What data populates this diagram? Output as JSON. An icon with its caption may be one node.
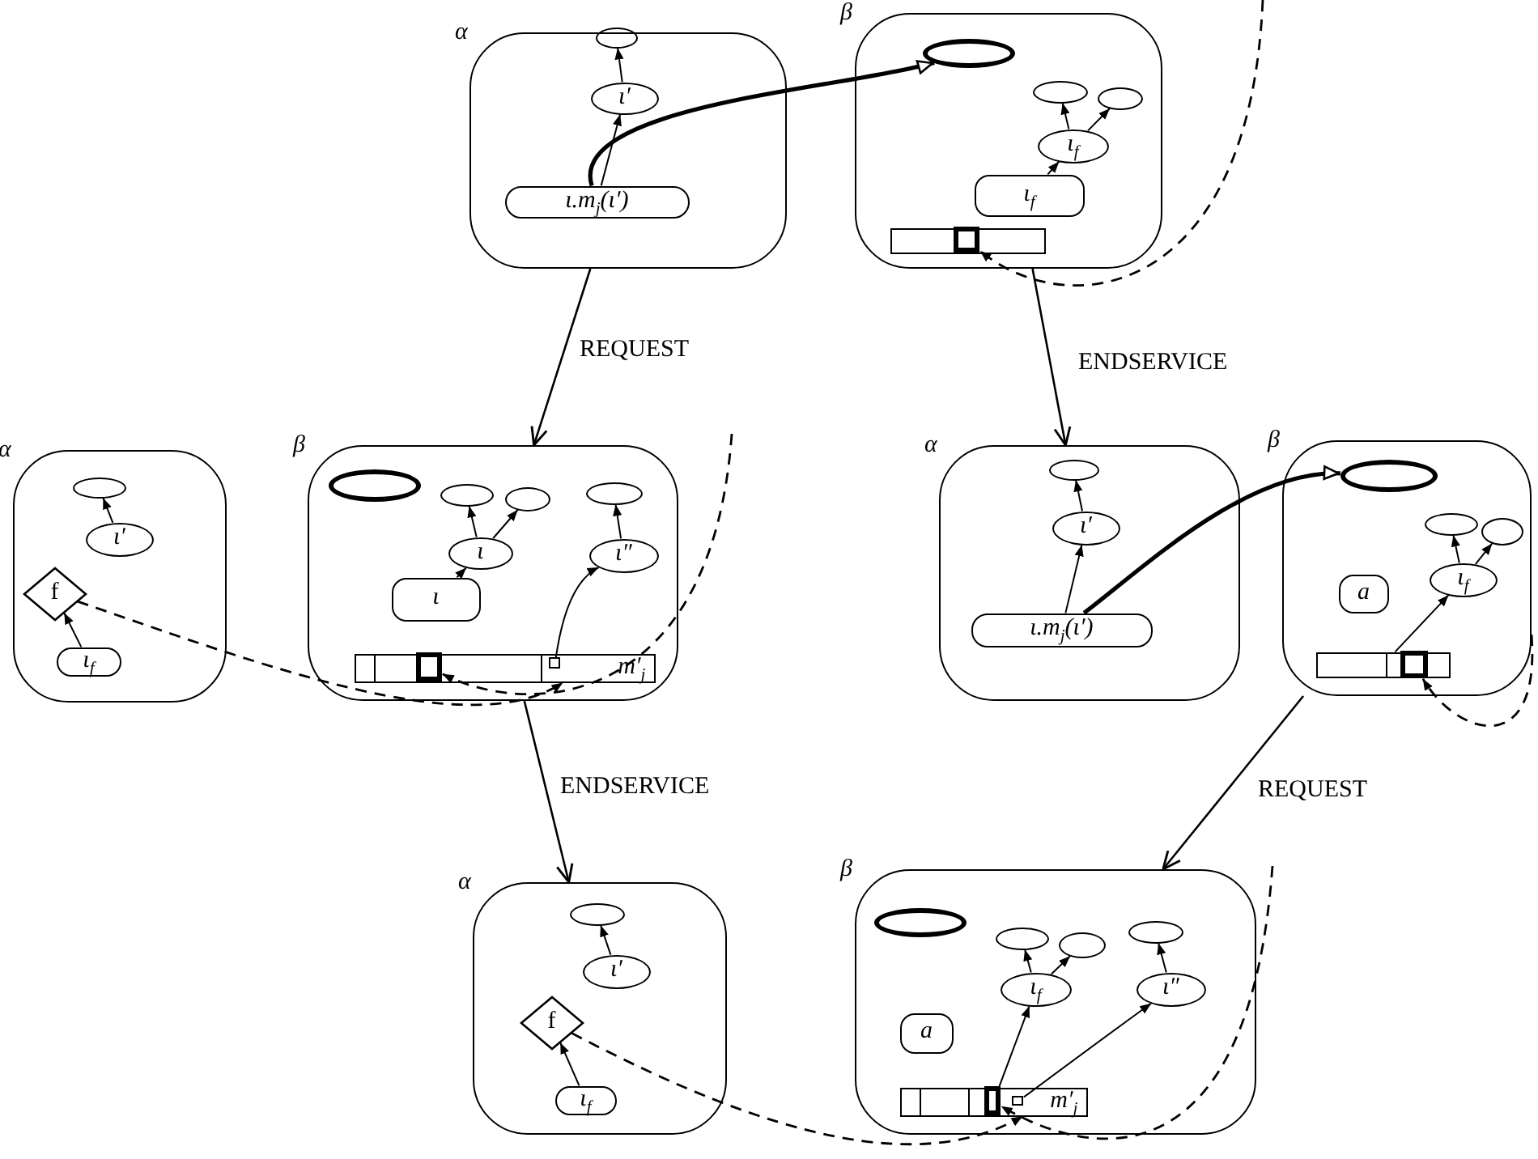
{
  "diagram": {
    "nodes": [
      {
        "text": [
          "α"
        ]
      },
      {
        "text": [],
        "shape": "ellipse",
        "in": 0
      },
      {
        "text": [
          "ι′"
        ],
        "in": 0
      },
      {
        "text": [
          "ι.m$_{j}$(ι′)"
        ],
        "in": 0
      },
      {
        "text": [
          "β"
        ]
      },
      {
        "text": [],
        "shape": "ellipse",
        "in": 4
      },
      {
        "text": [],
        "shape": "ellipse",
        "in": 4
      },
      {
        "text": [],
        "shape": "ellipse",
        "in": 4
      },
      {
        "text": [
          "ι$_{f}$"
        ],
        "in": 4
      },
      {
        "text": [
          "ι$_{f}$"
        ],
        "in": 4
      },
      {
        "text": [],
        "shape": "bar",
        "in": 4
      },
      {
        "text": [],
        "shape": "box",
        "in": 10
      },
      {
        "text": [
          "α"
        ]
      },
      {
        "text": [],
        "shape": "ellipse",
        "in": 12
      },
      {
        "text": [
          "ι′"
        ],
        "in": 12
      },
      {
        "text": [
          "f"
        ],
        "in": 12
      },
      {
        "text": [
          "ι$_{f}$"
        ],
        "in": 12
      },
      {
        "text": [
          "β"
        ]
      },
      {
        "text": [],
        "shape": "ellipse",
        "in": 17
      },
      {
        "text": [],
        "shape": "ellipse",
        "in": 17
      },
      {
        "text": [],
        "shape": "ellipse",
        "in": 17
      },
      {
        "text": [
          "ι"
        ],
        "in": 17
      },
      {
        "text": [
          "ι″"
        ],
        "in": 17
      },
      {
        "text": [],
        "shape": "ellipse",
        "in": 17
      },
      {
        "text": [
          "ι"
        ],
        "in": 17
      },
      {
        "text": [
          "m′$_{j}$"
        ],
        "in": 17
      },
      {
        "text": [],
        "shape": "box",
        "in": 25
      },
      {
        "text": [],
        "shape": "box",
        "in": 25
      },
      {
        "text": [
          "α"
        ]
      },
      {
        "text": [],
        "shape": "ellipse",
        "in": 28
      },
      {
        "text": [
          "ι′"
        ],
        "in": 28
      },
      {
        "text": [
          "ι.m$_{j}$(ι′)"
        ],
        "in": 28
      },
      {
        "text": [
          "β"
        ]
      },
      {
        "text": [],
        "shape": "ellipse",
        "in": 32
      },
      {
        "text": [],
        "shape": "ellipse",
        "in": 32
      },
      {
        "text": [],
        "shape": "ellipse",
        "in": 32
      },
      {
        "text": [
          "a"
        ],
        "in": 32
      },
      {
        "text": [
          "ι$_{f}$"
        ],
        "in": 32
      },
      {
        "text": [],
        "shape": "bar",
        "in": 32
      },
      {
        "text": [],
        "shape": "box",
        "in": 38
      },
      {
        "text": [
          "α"
        ]
      },
      {
        "text": [],
        "shape": "ellipse",
        "in": 40
      },
      {
        "text": [
          "ι′"
        ],
        "in": 40
      },
      {
        "text": [
          "f"
        ],
        "in": 40
      },
      {
        "text": [
          "ι$_{f}$"
        ],
        "in": 40
      },
      {
        "text": [
          "β"
        ]
      },
      {
        "text": [],
        "shape": "ellipse",
        "in": 45
      },
      {
        "text": [],
        "shape": "ellipse",
        "in": 45
      },
      {
        "text": [],
        "shape": "ellipse",
        "in": 45
      },
      {
        "text": [],
        "shape": "ellipse",
        "in": 45
      },
      {
        "text": [
          "ι$_{f}$"
        ],
        "in": 45
      },
      {
        "text": [
          "ι″"
        ],
        "in": 45
      },
      {
        "text": [
          "a"
        ],
        "in": 45
      },
      {
        "text": [
          "m′$_{j}$"
        ],
        "in": 45
      },
      {
        "text": [],
        "shape": "box",
        "in": 53
      },
      {
        "text": [],
        "shape": "box",
        "in": 53
      }
    ],
    "edges": [
      {
        "from": 2,
        "to": 1,
        "arrow": "to"
      },
      {
        "from": 3,
        "to": 2,
        "arrow": "to"
      },
      {
        "from": 3,
        "to": 5,
        "arrow": "to",
        "style": "thick"
      },
      {
        "from": 9,
        "to": 8,
        "arrow": "to"
      },
      {
        "from": 8,
        "to": 6,
        "arrow": "to"
      },
      {
        "from": 8,
        "to": 7,
        "arrow": "to"
      },
      {
        "from": null,
        "to": 11,
        "arrow": "to",
        "style": "dashed"
      },
      {
        "from": 0,
        "to": 17,
        "arrow": "to",
        "label": "REQUEST"
      },
      {
        "from": 4,
        "to": 28,
        "arrow": "to",
        "label": "ENDSERVICE"
      },
      {
        "from": 16,
        "to": 15,
        "arrow": "to"
      },
      {
        "from": 14,
        "to": 13,
        "arrow": "to"
      },
      {
        "from": 24,
        "to": 21,
        "arrow": "to"
      },
      {
        "from": 21,
        "to": 19,
        "arrow": "to"
      },
      {
        "from": 21,
        "to": 20,
        "arrow": "to"
      },
      {
        "from": 22,
        "to": 23,
        "arrow": "to"
      },
      {
        "from": 27,
        "to": 22,
        "arrow": "to"
      },
      {
        "from": 15,
        "to": 25,
        "arrow": "to",
        "style": "dashed"
      },
      {
        "from": null,
        "to": 26,
        "arrow": "to",
        "style": "dashed"
      },
      {
        "from": 30,
        "to": 29,
        "arrow": "to"
      },
      {
        "from": 31,
        "to": 30,
        "arrow": "to"
      },
      {
        "from": 31,
        "to": 33,
        "arrow": "to",
        "style": "thick"
      },
      {
        "from": 38,
        "to": 37,
        "arrow": "to"
      },
      {
        "from": 37,
        "to": 34,
        "arrow": "to"
      },
      {
        "from": 37,
        "to": 35,
        "arrow": "to"
      },
      {
        "from": null,
        "to": 39,
        "arrow": "to",
        "style": "dashed"
      },
      {
        "from": 17,
        "to": 40,
        "arrow": "to",
        "label": "ENDSERVICE"
      },
      {
        "from": 32,
        "to": 45,
        "arrow": "to",
        "label": "REQUEST"
      },
      {
        "from": 44,
        "to": 43,
        "arrow": "to"
      },
      {
        "from": 42,
        "to": 41,
        "arrow": "to"
      },
      {
        "from": 53,
        "to": 50,
        "arrow": "to"
      },
      {
        "from": 50,
        "to": 47,
        "arrow": "to"
      },
      {
        "from": 50,
        "to": 48,
        "arrow": "to"
      },
      {
        "from": 55,
        "to": 51,
        "arrow": "to"
      },
      {
        "from": 51,
        "to": 49,
        "arrow": "to"
      },
      {
        "from": 43,
        "to": 53,
        "arrow": "to",
        "style": "dashed"
      },
      {
        "from": null,
        "to": 54,
        "arrow": "to",
        "style": "dashed"
      }
    ]
  }
}
